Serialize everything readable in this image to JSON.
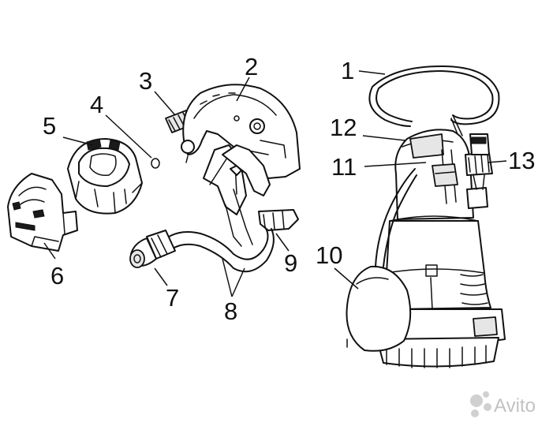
{
  "diagram": {
    "callouts": [
      {
        "id": "1",
        "label": "1"
      },
      {
        "id": "2",
        "label": "2"
      },
      {
        "id": "3",
        "label": "3"
      },
      {
        "id": "4",
        "label": "4"
      },
      {
        "id": "5",
        "label": "5"
      },
      {
        "id": "6",
        "label": "6"
      },
      {
        "id": "7",
        "label": "7"
      },
      {
        "id": "8",
        "label": "8"
      },
      {
        "id": "9",
        "label": "9"
      },
      {
        "id": "10",
        "label": "10"
      },
      {
        "id": "11",
        "label": "11"
      },
      {
        "id": "12",
        "label": "12"
      },
      {
        "id": "13",
        "label": "13"
      }
    ]
  },
  "watermark": {
    "text": "Avito"
  }
}
